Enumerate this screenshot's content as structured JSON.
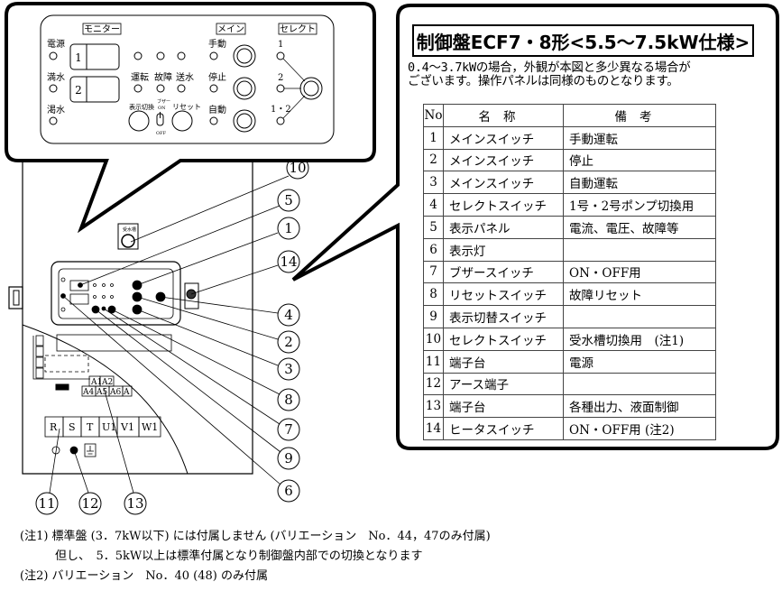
{
  "title": "制御盤ECF7・8形<5.5～7.5kW仕様>",
  "subnote": [
    "0.4～3.7kWの場合，外観が本図と多少異なる場合が",
    "ございます。操作パネルは同様のものとなります。"
  ],
  "panel": {
    "groups": {
      "monitor": "モニター",
      "main": "メイン",
      "select": "セレクト"
    },
    "lamps_left": [
      "電源",
      "満水",
      "渇水"
    ],
    "monitor_digits": [
      "1",
      "2"
    ],
    "lamps_mid": [
      "運転",
      "故障",
      "送水"
    ],
    "display_switch": "表示切換",
    "buzzer": "ブザー",
    "buzzer_on": "ON",
    "buzzer_off": "OFF",
    "reset": "リセット",
    "main_modes": [
      "手動",
      "停止",
      "自動"
    ],
    "select_modes": [
      "1",
      "2",
      "1・2"
    ]
  },
  "cabinet": {
    "terminals_main": [
      "R",
      "S",
      "T",
      "U1",
      "V1",
      "W1"
    ],
    "terminals_aux_top": [
      "A1",
      "A2"
    ],
    "terminals_aux_bottom": [
      "A4",
      "A5",
      "A6",
      "A"
    ]
  },
  "callouts": [
    "10",
    "5",
    "1",
    "14",
    "4",
    "2",
    "3",
    "8",
    "7",
    "9",
    "6",
    "11",
    "12",
    "13"
  ],
  "table": {
    "headers": [
      "No",
      "名称",
      "備考"
    ],
    "rows": [
      {
        "no": "1",
        "name": "メインスイッチ",
        "remark": "手動運転"
      },
      {
        "no": "2",
        "name": "メインスイッチ",
        "remark": "停止"
      },
      {
        "no": "3",
        "name": "メインスイッチ",
        "remark": "自動運転"
      },
      {
        "no": "4",
        "name": "セレクトスイッチ",
        "remark": "1号・2号ポンプ切換用"
      },
      {
        "no": "5",
        "name": "表示パネル",
        "remark": "電流、電圧、故障等"
      },
      {
        "no": "6",
        "name": "表示灯",
        "remark": ""
      },
      {
        "no": "7",
        "name": "ブザースイッチ",
        "remark": "ON・OFF用"
      },
      {
        "no": "8",
        "name": "リセットスイッチ",
        "remark": "故障リセット"
      },
      {
        "no": "9",
        "name": "表示切替スイッチ",
        "remark": ""
      },
      {
        "no": "10",
        "name": "セレクトスイッチ",
        "remark": "受水槽切換用　(注1)"
      },
      {
        "no": "11",
        "name": "端子台",
        "remark": "電源"
      },
      {
        "no": "12",
        "name": "アース端子",
        "remark": ""
      },
      {
        "no": "13",
        "name": "端子台",
        "remark": "各種出力、液面制御"
      },
      {
        "no": "14",
        "name": "ヒータスイッチ",
        "remark": "ON・OFF用 (注2)"
      }
    ]
  },
  "notes": [
    "(注1) 標準盤 (3．7kW以下) には付属しません (バリエーション　No．44，47のみ付属)",
    "　　　但し、　5．5kW以上は標準付属となり制御盤内部での切換となります",
    "(注2) バリエーション　No．40 (48) のみ付属"
  ]
}
